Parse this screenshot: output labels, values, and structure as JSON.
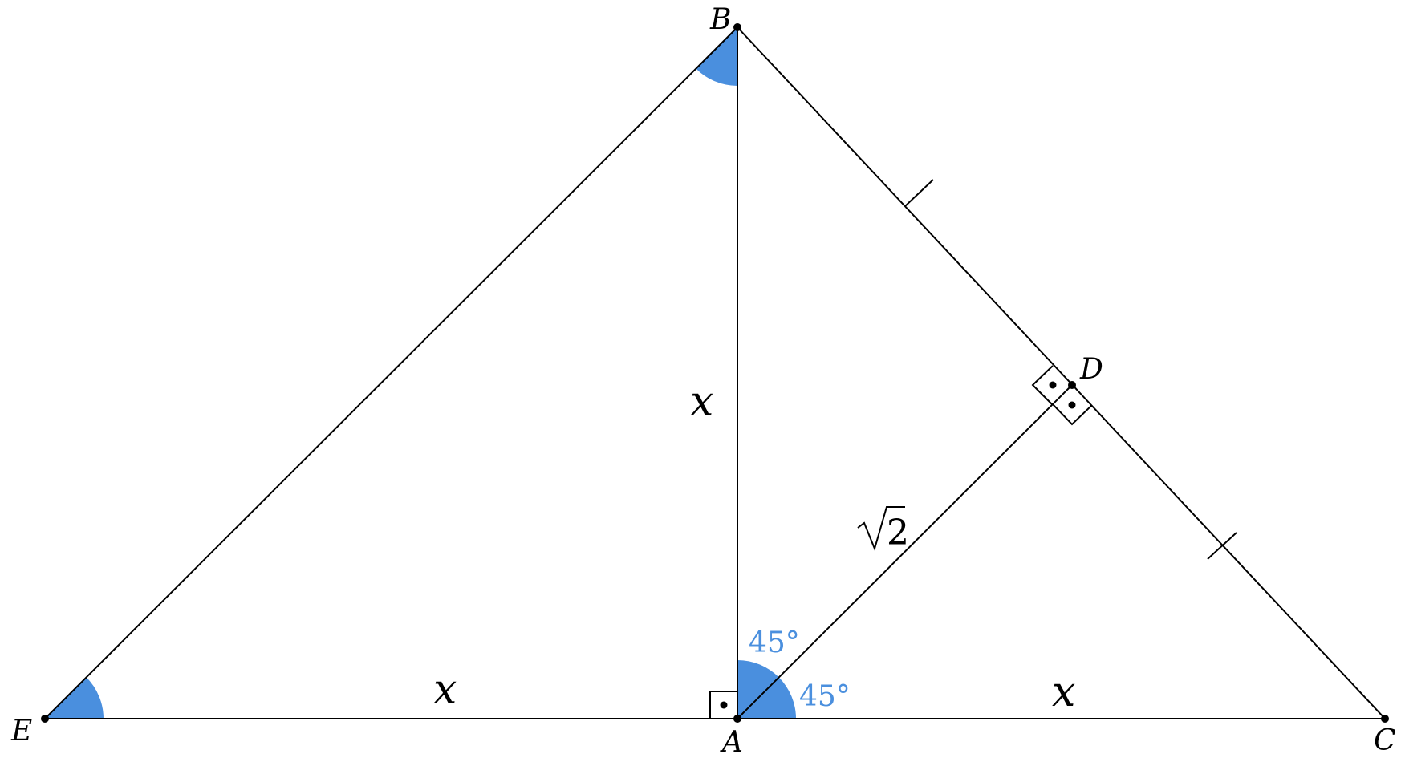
{
  "points": {
    "A": "A",
    "B": "B",
    "C": "C",
    "D": "D",
    "E": "E"
  },
  "segment_labels": {
    "AB": "x",
    "EA": "x",
    "AC": "x",
    "AD_root": "2"
  },
  "angle_labels": {
    "BAD": "45°",
    "DAC": "45°"
  },
  "colors": {
    "angle_fill": "#4a8fde",
    "angle_text": "#4a8fde",
    "line": "#000000"
  }
}
